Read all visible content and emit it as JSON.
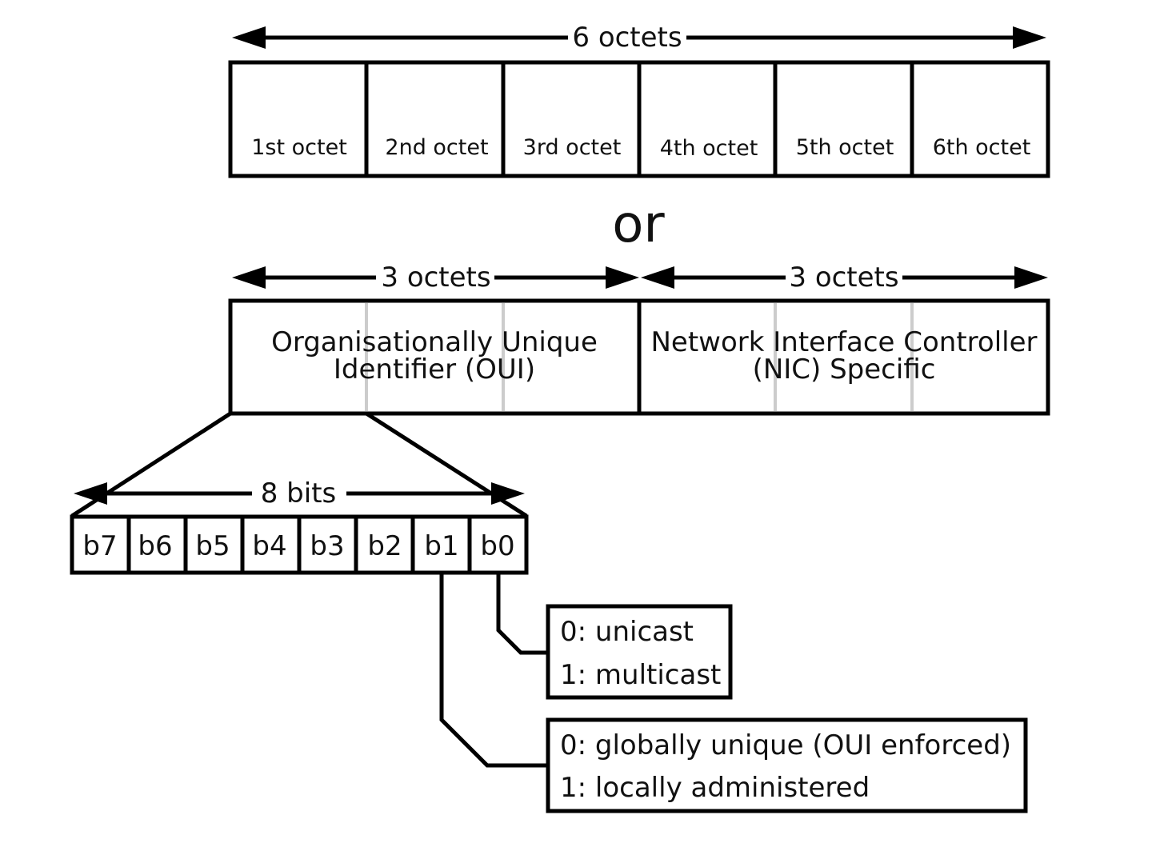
{
  "top_row": {
    "span_label": "6 octets",
    "octets": [
      "1st octet",
      "2nd octet",
      "3rd octet",
      "4th octet",
      "5th octet",
      "6th octet"
    ]
  },
  "separator": "or",
  "middle_row": {
    "left_span_label": "3 octets",
    "right_span_label": "3 octets",
    "oui": {
      "line1": "Organisationally Unique",
      "line2": "Identifier (OUI)"
    },
    "nic": {
      "line1": "Network Interface Controller",
      "line2": "(NIC) Specific"
    }
  },
  "bits_row": {
    "span_label": "8 bits",
    "bits": [
      "b7",
      "b6",
      "b5",
      "b4",
      "b3",
      "b2",
      "b1",
      "b0"
    ]
  },
  "legends": {
    "b0": {
      "line1": "0: unicast",
      "line2": "1: multicast"
    },
    "b1": {
      "line1": "0: globally unique (OUI enforced)",
      "line2": "1: locally administered"
    }
  }
}
